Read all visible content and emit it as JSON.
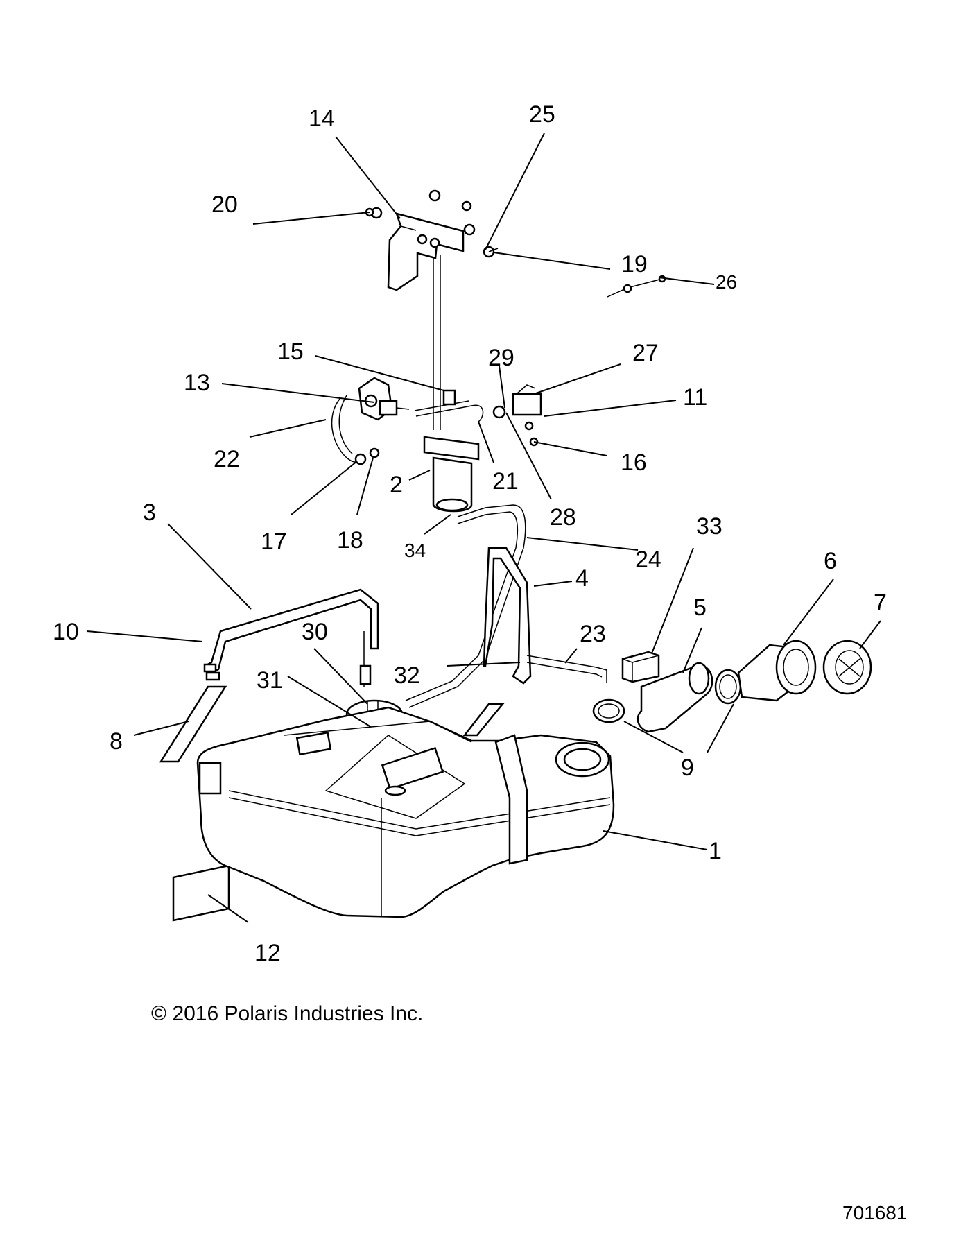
{
  "callouts": {
    "c1": "1",
    "c2": "2",
    "c3": "3",
    "c4": "4",
    "c5": "5",
    "c6": "6",
    "c7": "7",
    "c8": "8",
    "c9": "9",
    "c10": "10",
    "c11": "11",
    "c12": "12",
    "c13": "13",
    "c14": "14",
    "c15": "15",
    "c16": "16",
    "c17": "17",
    "c18": "18",
    "c19": "19",
    "c20": "20",
    "c21": "21",
    "c22": "22",
    "c23": "23",
    "c24": "24",
    "c25": "25",
    "c26": "26",
    "c27": "27",
    "c28": "28",
    "c29": "29",
    "c30": "30",
    "c31": "31",
    "c32": "32",
    "c33": "33",
    "c34": "34"
  },
  "copyright": "© 2016 Polaris Industries Inc.",
  "document_number": "701681"
}
